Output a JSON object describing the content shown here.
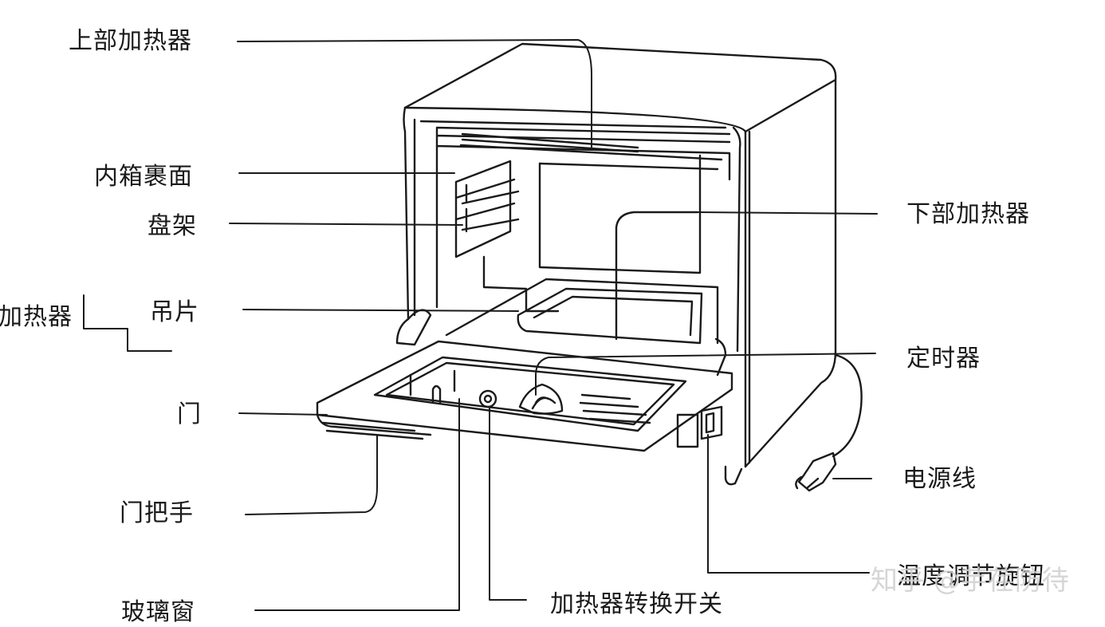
{
  "labels": {
    "upper_heater": "上部加热器",
    "inner_back": "内箱裹面",
    "rack": "盘架",
    "hanger": "吊片",
    "lower_heater_partial": "加热器",
    "door": "门",
    "door_handle": "门把手",
    "glass_window": "玻璃窗",
    "lower_heater": "下部加热器",
    "timer": "定时器",
    "power_cord": "电源线",
    "temp_knob": "温度调节旋钮",
    "heater_switch": "加热器转换开关"
  },
  "watermark": "知乎 @芋荏防待",
  "colors": {
    "line": "#1a1a1a",
    "text": "#1a1a1a",
    "background": "#ffffff",
    "watermark": "#cfcfcf"
  }
}
